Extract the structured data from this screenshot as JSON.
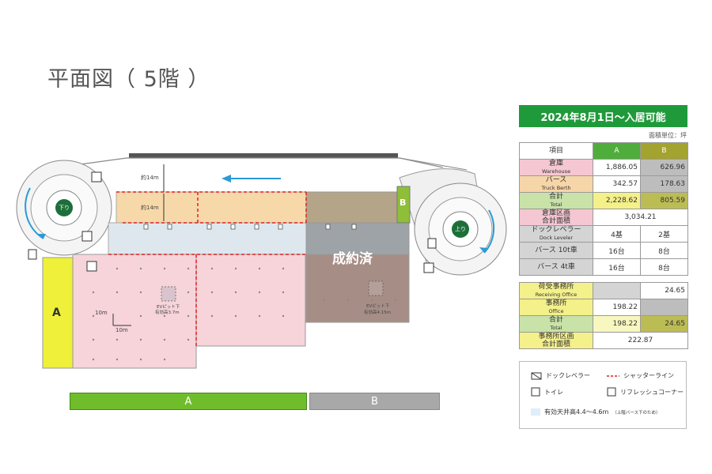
{
  "page": {
    "title": "平面図（ 5階 ）"
  },
  "plan": {
    "ramp_down": "下り",
    "ramp_up": "上り",
    "zone_a_label": "A",
    "zone_b_label": "B",
    "contracted_label": "成約済",
    "dim_14m_top": "約14m",
    "dim_14m_mid": "約14m",
    "dim_10m_v": "10m",
    "dim_10m_h": "10m",
    "ev_pit_a_1": "EVピット下",
    "ev_pit_a_2": "有効高3.7m",
    "ev_pit_b_1": "EVピット下",
    "ev_pit_b_2": "有効高4.15m"
  },
  "bottom_bars": {
    "a": "A",
    "b": "B"
  },
  "availability": {
    "banner": "2024年8月1日～入居可能",
    "unit_note": "面積単位：坪"
  },
  "area_table": {
    "header": {
      "item": "項目",
      "a": "A",
      "b": "B"
    },
    "rows": [
      {
        "jp": "倉庫",
        "en": "Warehouse",
        "a": "1,886.05",
        "b": "626.96"
      },
      {
        "jp": "バース",
        "en": "Truck Berth",
        "a": "342.57",
        "b": "178.63"
      },
      {
        "jp": "合計",
        "en": "Total",
        "a": "2,228.62",
        "b": "805.59"
      },
      {
        "jp": "倉庫区画",
        "en": "合計面積",
        "merged": "3,034.21"
      },
      {
        "jp": "ドックレベラー",
        "en": "Dock Leveler",
        "a": "4基",
        "b": "2基"
      },
      {
        "jp": "バース 10t車",
        "a": "16台",
        "b": "8台"
      },
      {
        "jp": "バース 4t車",
        "a": "16台",
        "b": "8台"
      },
      {
        "jp": "荷受事務所",
        "en": "Receiving Office",
        "a": "",
        "b": "24.65"
      },
      {
        "jp": "事務所",
        "en": "Office",
        "a": "198.22",
        "b": ""
      },
      {
        "jp": "合計",
        "en": "Total",
        "a": "198.22",
        "b": "24.65"
      },
      {
        "jp": "事務所区画",
        "en": "合計面積",
        "merged": "222.87"
      }
    ]
  },
  "legend": {
    "dock_leveler": "ドックレベラー",
    "shutter_line": "シャッターライン",
    "toilet": "トイレ",
    "refresh": "リフレッシュコーナー",
    "ceiling": "有効天井高4.4～4.6m",
    "ceiling_note": "（上階バース下のため）"
  },
  "colors": {
    "accent_green": "#1f9a3a",
    "zone_a": "#6fbd2a",
    "zone_b": "#a8a8a8",
    "contracted": "#a68e86"
  }
}
